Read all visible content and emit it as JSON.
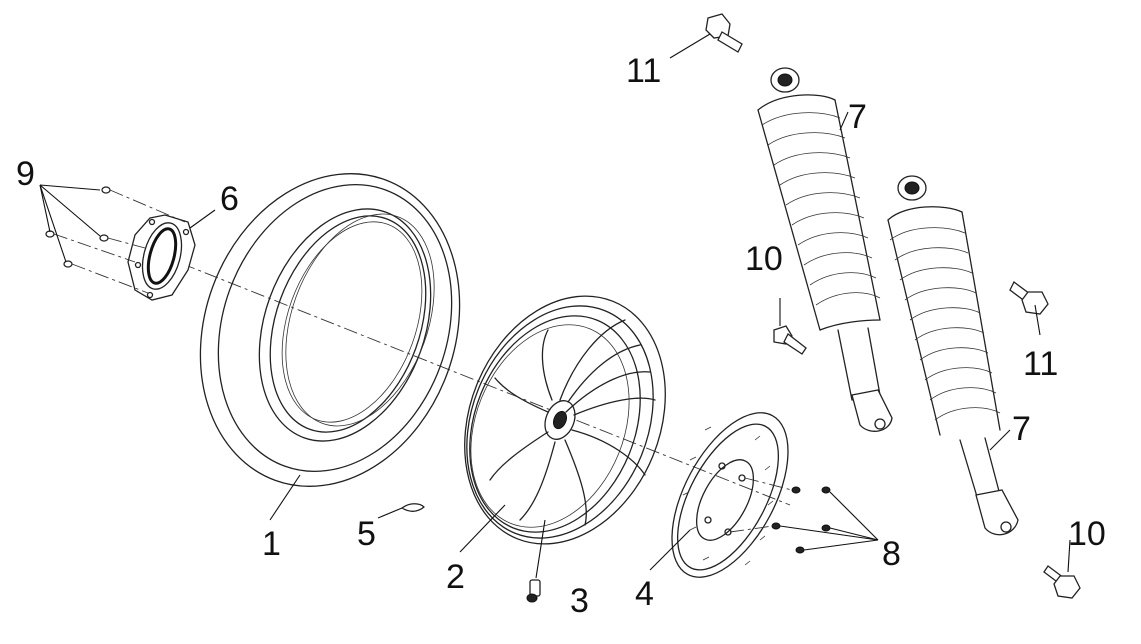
{
  "diagram": {
    "type": "exploded-parts-diagram",
    "callouts": [
      {
        "id": "tire",
        "label": "1"
      },
      {
        "id": "rim",
        "label": "2"
      },
      {
        "id": "valve",
        "label": "3"
      },
      {
        "id": "brake-disc",
        "label": "4"
      },
      {
        "id": "clip",
        "label": "5"
      },
      {
        "id": "sprocket",
        "label": "6"
      },
      {
        "id": "shock-left",
        "label": "7"
      },
      {
        "id": "shock-right",
        "label": "7"
      },
      {
        "id": "disc-bolts",
        "label": "8"
      },
      {
        "id": "flange-bolts",
        "label": "9"
      },
      {
        "id": "bolt-lower-left",
        "label": "10"
      },
      {
        "id": "bolt-lower-right",
        "label": "10"
      },
      {
        "id": "bolt-upper-left",
        "label": "11"
      },
      {
        "id": "bolt-upper-right",
        "label": "11"
      }
    ]
  }
}
